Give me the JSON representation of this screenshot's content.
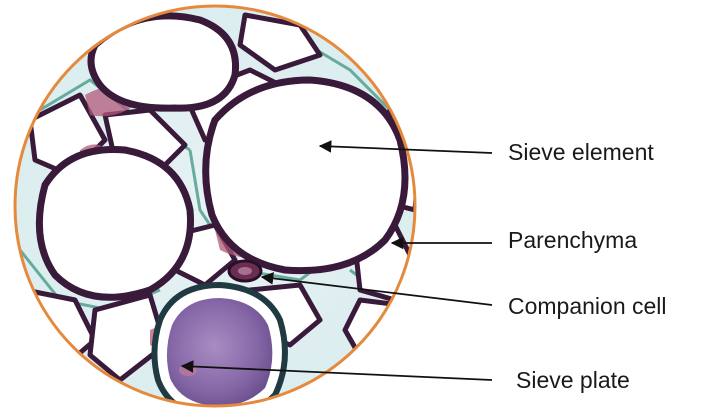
{
  "diagram": {
    "labels": [
      {
        "id": "sieve-element",
        "text": "Sieve element"
      },
      {
        "id": "parenchyma",
        "text": "Parenchyma"
      },
      {
        "id": "companion-cell",
        "text": "Companion cell"
      },
      {
        "id": "sieve-plate",
        "text": "Sieve plate"
      }
    ]
  },
  "colors": {
    "circle_outline": "#e58a3c",
    "cell_wall": "#3a1a3a",
    "wall_teal": "#4a9a8a",
    "cell_interior": "#ffffff",
    "cytoplasm_pink": "#b05a7a",
    "sieve_plate_fill": "#8a6aa8",
    "label_line": "#111111"
  }
}
